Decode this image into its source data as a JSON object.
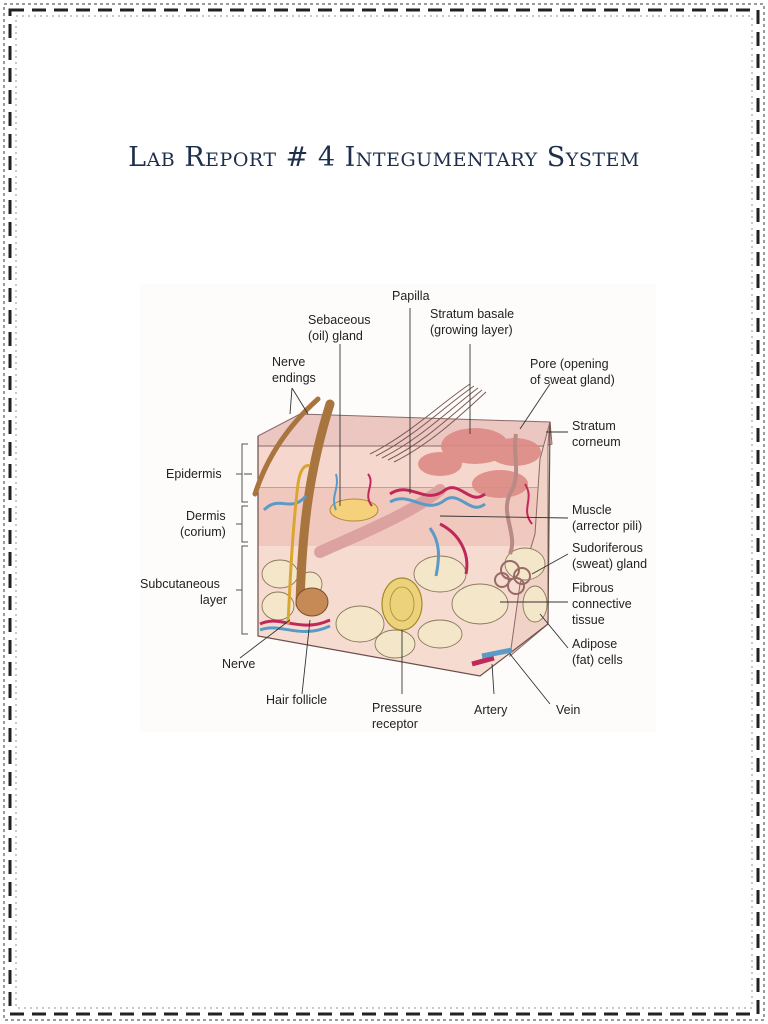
{
  "document": {
    "title": "Lab Report # 4 Integumentary System"
  },
  "diagram": {
    "labels": {
      "papilla": "Papilla",
      "sebaceous_1": "Sebaceous",
      "sebaceous_2": "(oil) gland",
      "stratum_basale_1": "Stratum basale",
      "stratum_basale_2": "(growing layer)",
      "nerve_endings_1": "Nerve",
      "nerve_endings_2": "endings",
      "pore_1": "Pore (opening",
      "pore_2": "of sweat gland)",
      "stratum_corneum_1": "Stratum",
      "stratum_corneum_2": "corneum",
      "epidermis": "Epidermis",
      "dermis_1": "Dermis",
      "dermis_2": "(corium)",
      "muscle_1": "Muscle",
      "muscle_2": "(arrector pili)",
      "sudoriferous_1": "Sudoriferous",
      "sudoriferous_2": "(sweat) gland",
      "subcutaneous_1": "Subcutaneous",
      "subcutaneous_2": "layer",
      "fibrous_1": "Fibrous",
      "fibrous_2": "connective",
      "fibrous_3": "tissue",
      "adipose_1": "Adipose",
      "adipose_2": "(fat) cells",
      "nerve": "Nerve",
      "hair_follicle": "Hair follicle",
      "pressure_1": "Pressure",
      "pressure_2": "receptor",
      "artery": "Artery",
      "vein": "Vein"
    }
  },
  "colors": {
    "title": "#1e2f4d",
    "epidermis_top": "#ecc7c2",
    "dermis": "#f4cfc6",
    "hair": "#a9753f",
    "artery": "#c0285a",
    "vein": "#5a9ac7",
    "fat": "#f3e6c9",
    "receptor": "#ecd27a"
  }
}
